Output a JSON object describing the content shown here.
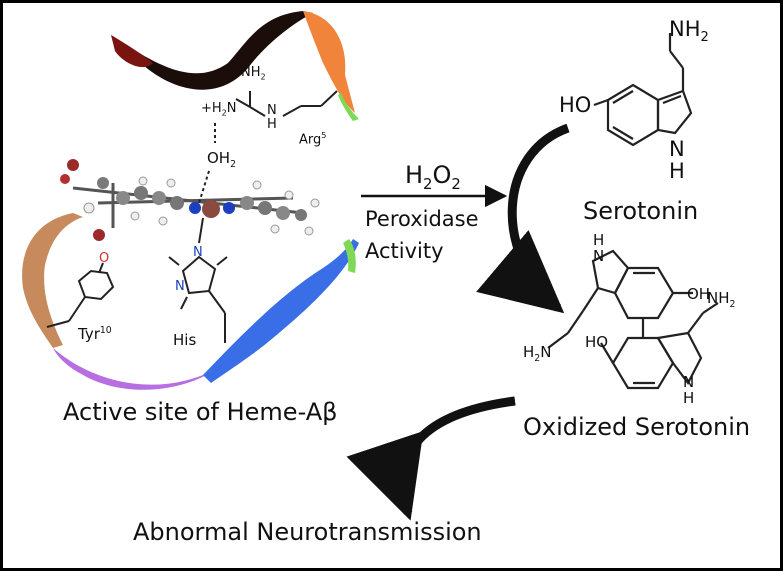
{
  "reaction": {
    "reagent": "H",
    "reagent_sub": "2",
    "reagent_o": "O",
    "reagent_o_sub": "2",
    "line1": "Peroxidase",
    "line2": "Activity"
  },
  "active_site": {
    "caption": "Active site of Heme-Aβ",
    "arg_label": "Arg",
    "arg_sup": "5",
    "tyr_label": "Tyr",
    "tyr_sup": "10",
    "his_label": "His",
    "water": "OH",
    "water_sub": "2",
    "nh2_top": "NH",
    "nh2_top_sub": "2",
    "h2n_plus": "+H",
    "h2n_plus_sub": "2",
    "h2n_plus_n": "N",
    "n_label": "N",
    "h_label": "H",
    "o_label": "O"
  },
  "serotonin": {
    "name": "Serotonin",
    "nh2": "NH",
    "nh2_sub": "2",
    "ho": "HO",
    "nh_n": "N",
    "nh_h": "H"
  },
  "oxidized": {
    "name": "Oxidized Serotonin",
    "h": "H",
    "n": "N",
    "oh": "OH",
    "ho": "HO",
    "nh2": "NH",
    "nh2_sub": "2",
    "h2n": "H",
    "h2n_sub": "2",
    "h2n_n": "N"
  },
  "outcome": "Abnormal Neurotransmission",
  "colors": {
    "ribbon_dark": "#1a0d0a",
    "ribbon_maroon": "#7a1410",
    "ribbon_orange": "#f0843a",
    "ribbon_green": "#7ed957",
    "ribbon_tan": "#c78a5c",
    "ribbon_purple": "#b66ee0",
    "ribbon_blue": "#3a6ee6",
    "atom_n": "#1a3fbf",
    "atom_o": "#d23030",
    "heme_carbon": "#7a7a7a"
  }
}
